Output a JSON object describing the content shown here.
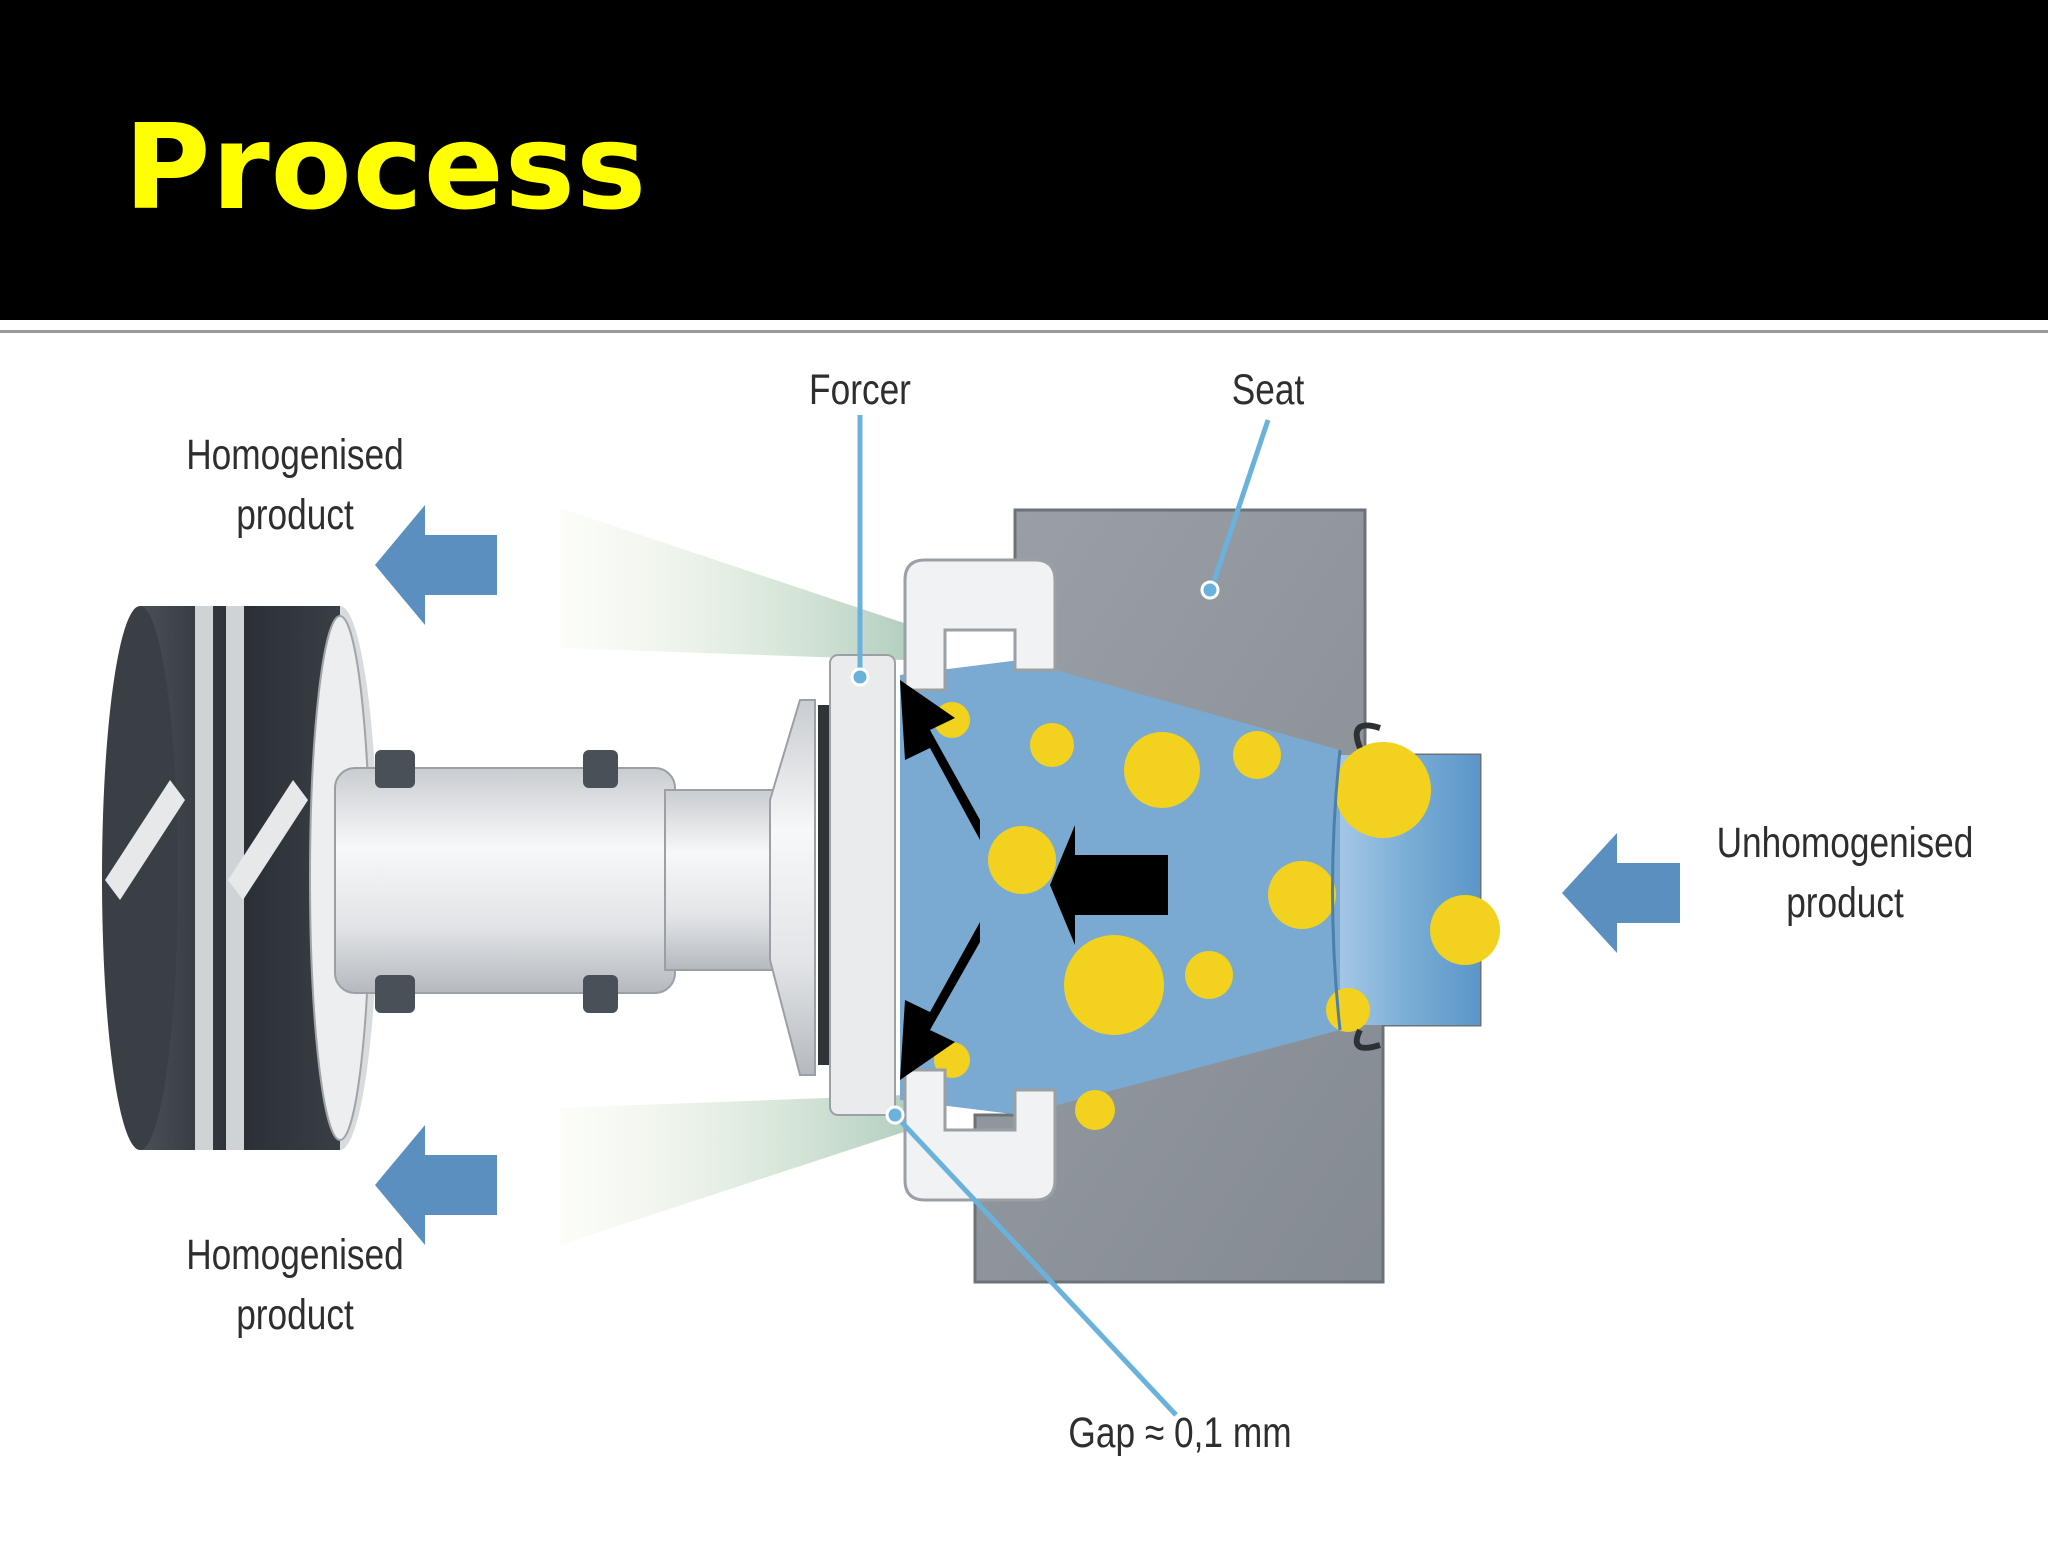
{
  "slide": {
    "title": "Process"
  },
  "diagram": {
    "labels": {
      "forcer": "Forcer",
      "seat": "Seat",
      "homogenised_top_line1": "Homogenised",
      "homogenised_top_line2": "product",
      "homogenised_bottom_line1": "Homogenised",
      "homogenised_bottom_line2": "product",
      "unhomogenised_line1": "Unhomogenised",
      "unhomogenised_line2": "product",
      "gap": "Gap ≈ 0,1 mm"
    },
    "colors": {
      "header_bg": "#000000",
      "title": "#ffff00",
      "flow_arrow": "#5b8fbf",
      "product_stream": "#7fb0d8",
      "fat_globule": "#f2d21e",
      "seat_metal": "#8e949c",
      "leader_line": "#6ab2dc"
    }
  }
}
